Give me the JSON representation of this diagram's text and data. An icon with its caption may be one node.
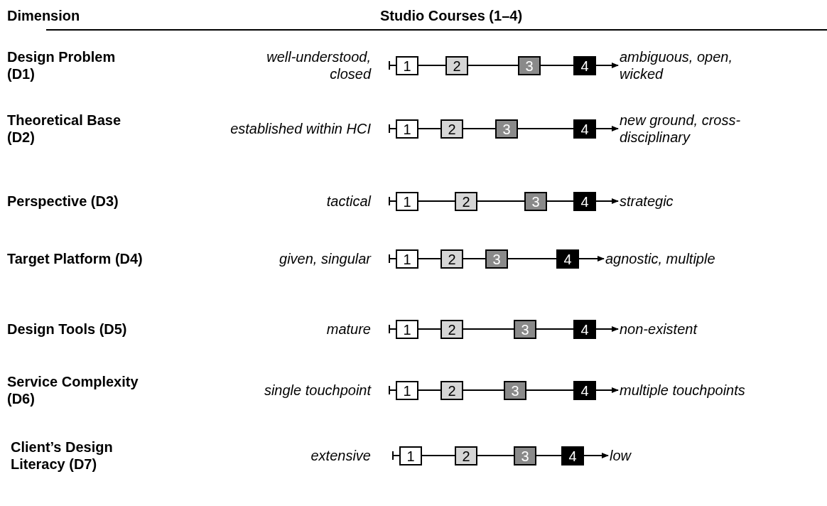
{
  "diagram": {
    "nodes": [
      {
        "text": [
          "1"
        ]
      },
      {
        "text": [
          "2"
        ]
      },
      {
        "text": [
          "3"
        ]
      },
      {
        "text": [
          "4"
        ]
      },
      {
        "text": [
          "1"
        ]
      },
      {
        "text": [
          "2"
        ]
      },
      {
        "text": [
          "3"
        ]
      },
      {
        "text": [
          "4"
        ]
      },
      {
        "text": [
          "1"
        ]
      },
      {
        "text": [
          "2"
        ]
      },
      {
        "text": [
          "3"
        ]
      },
      {
        "text": [
          "4"
        ]
      },
      {
        "text": [
          "1"
        ]
      },
      {
        "text": [
          "2"
        ]
      },
      {
        "text": [
          "3"
        ]
      },
      {
        "text": [
          "4"
        ]
      },
      {
        "text": [
          "1"
        ]
      },
      {
        "text": [
          "2"
        ]
      },
      {
        "text": [
          "3"
        ]
      },
      {
        "text": [
          "4"
        ]
      },
      {
        "text": [
          "1"
        ]
      },
      {
        "text": [
          "2"
        ]
      },
      {
        "text": [
          "3"
        ]
      },
      {
        "text": [
          "4"
        ]
      },
      {
        "text": [
          "1"
        ]
      },
      {
        "text": [
          "2"
        ]
      },
      {
        "text": [
          "3"
        ]
      },
      {
        "text": [
          "4"
        ]
      },
      {
        "text": [
          "ambiguous, open, wicked"
        ]
      },
      {
        "text": [
          "new ground, cross-disciplinary"
        ]
      },
      {
        "text": [
          "strategic"
        ]
      },
      {
        "text": [
          "agnostic, multiple"
        ]
      },
      {
        "text": [
          "non-existent"
        ]
      },
      {
        "text": [
          "multiple touchpoints"
        ]
      },
      {
        "text": [
          "low"
        ]
      }
    ],
    "edges": [
      {
        "from": null,
        "to": 0,
        "arrow": "none"
      },
      {
        "from": 0,
        "to": 1,
        "arrow": "none"
      },
      {
        "from": 1,
        "to": 2,
        "arrow": "none"
      },
      {
        "from": 2,
        "to": 3,
        "arrow": "none"
      },
      {
        "from": 3,
        "to": 28,
        "arrow": "to"
      },
      {
        "from": null,
        "to": 4,
        "arrow": "none"
      },
      {
        "from": 4,
        "to": 5,
        "arrow": "none"
      },
      {
        "from": 5,
        "to": 6,
        "arrow": "none"
      },
      {
        "from": 6,
        "to": 7,
        "arrow": "none"
      },
      {
        "from": 7,
        "to": 29,
        "arrow": "to"
      },
      {
        "from": null,
        "to": 8,
        "arrow": "none"
      },
      {
        "from": 8,
        "to": 9,
        "arrow": "none"
      },
      {
        "from": 9,
        "to": 10,
        "arrow": "none"
      },
      {
        "from": 10,
        "to": 11,
        "arrow": "none"
      },
      {
        "from": 11,
        "to": 30,
        "arrow": "to"
      },
      {
        "from": null,
        "to": 12,
        "arrow": "none"
      },
      {
        "from": 12,
        "to": 13,
        "arrow": "none"
      },
      {
        "from": 13,
        "to": 14,
        "arrow": "none"
      },
      {
        "from": 14,
        "to": 15,
        "arrow": "none"
      },
      {
        "from": 15,
        "to": 31,
        "arrow": "to"
      },
      {
        "from": null,
        "to": 16,
        "arrow": "none"
      },
      {
        "from": 16,
        "to": 17,
        "arrow": "none"
      },
      {
        "from": 17,
        "to": 18,
        "arrow": "none"
      },
      {
        "from": 18,
        "to": 19,
        "arrow": "none"
      },
      {
        "from": 19,
        "to": 32,
        "arrow": "to"
      },
      {
        "from": null,
        "to": 20,
        "arrow": "none"
      },
      {
        "from": 20,
        "to": 21,
        "arrow": "none"
      },
      {
        "from": 21,
        "to": 22,
        "arrow": "none"
      },
      {
        "from": 22,
        "to": 23,
        "arrow": "none"
      },
      {
        "from": 23,
        "to": 33,
        "arrow": "to"
      },
      {
        "from": null,
        "to": 24,
        "arrow": "none"
      },
      {
        "from": 24,
        "to": 25,
        "arrow": "none"
      },
      {
        "from": 25,
        "to": 26,
        "arrow": "none"
      },
      {
        "from": 26,
        "to": 27,
        "arrow": "none"
      },
      {
        "from": 27,
        "to": 34,
        "arrow": "to"
      }
    ],
    "labels": [
      "Dimension",
      "Studio Courses (1–4)",
      "Design Problem (D1)",
      "well-understood, closed",
      "Theoretical Base (D2)",
      "established within HCI",
      "Perspective (D3)",
      "tactical",
      "Target Platform (D4)",
      "given, singular",
      "Design Tools (D5)",
      "mature",
      "Service Complexity (D6)",
      "single touchpoint",
      "Client’s Design Literacy (D7)",
      "extensive"
    ]
  }
}
